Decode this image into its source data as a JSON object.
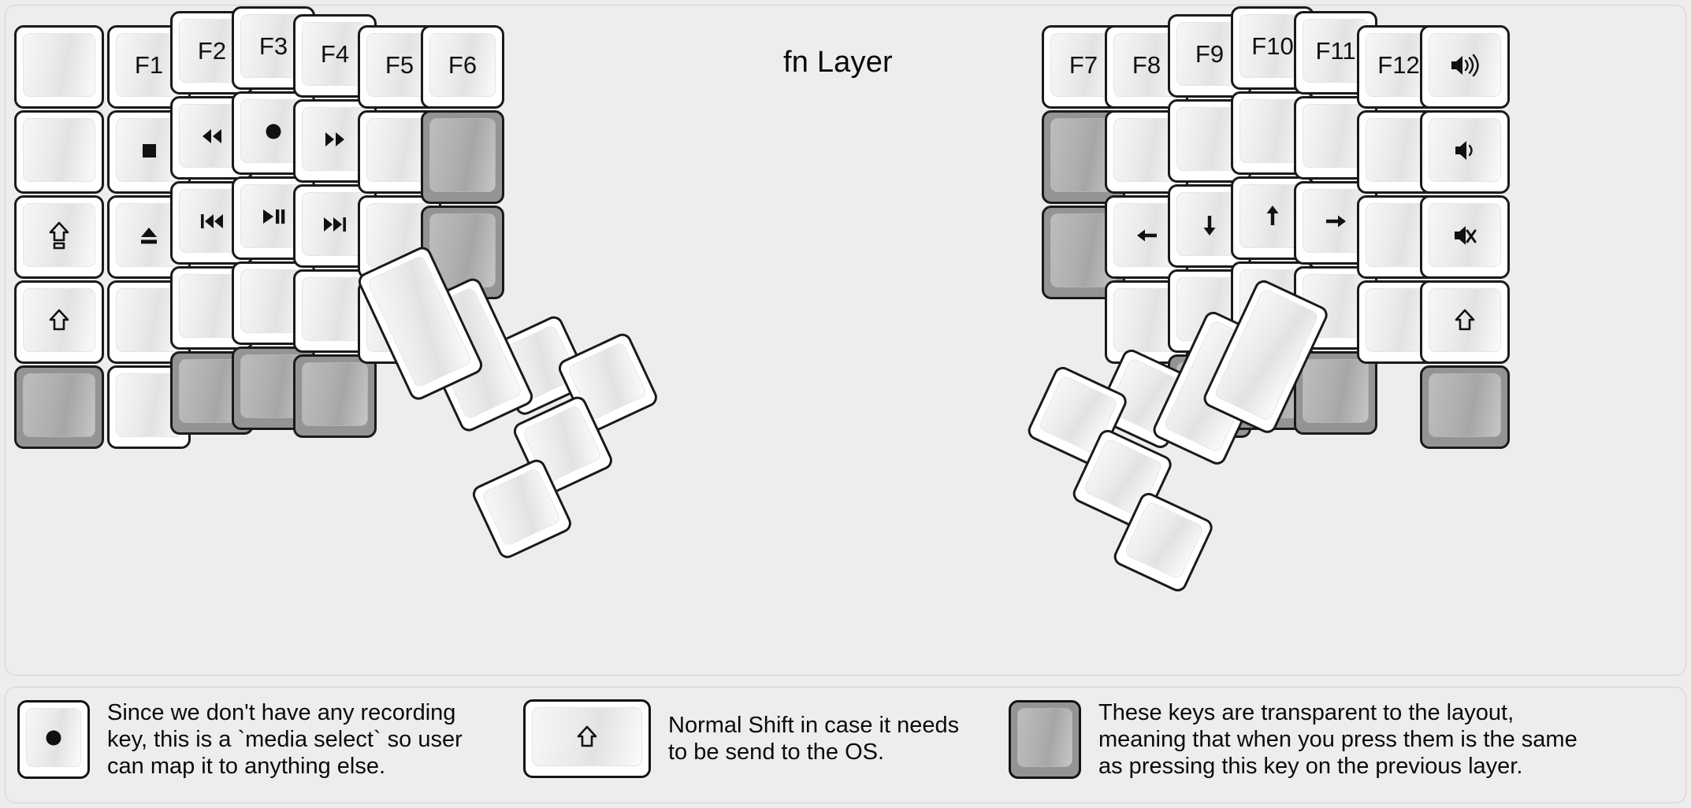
{
  "title": "fn Layer",
  "colors": {
    "background": "#ededed",
    "key_face": "#ffffff",
    "key_border": "#1a1a1a",
    "transparent_key": "#949494",
    "label": "#111111"
  },
  "keyboard": {
    "left_half": {
      "columns": [
        {
          "name": "col-1",
          "keys": [
            {
              "label": "",
              "icon": "",
              "transparent": false
            },
            {
              "label": "",
              "icon": "",
              "transparent": false
            },
            {
              "label": "",
              "icon": "caps-lock-icon",
              "transparent": false
            },
            {
              "label": "",
              "icon": "shift-icon",
              "transparent": false
            },
            {
              "label": "",
              "icon": "",
              "transparent": true
            }
          ]
        },
        {
          "name": "col-2",
          "keys": [
            {
              "label": "F1",
              "icon": "",
              "transparent": false
            },
            {
              "label": "",
              "icon": "media-stop-icon",
              "transparent": false
            },
            {
              "label": "",
              "icon": "media-eject-icon",
              "transparent": false
            },
            {
              "label": "",
              "icon": "",
              "transparent": false
            },
            {
              "label": "",
              "icon": "",
              "transparent": false
            }
          ]
        },
        {
          "name": "col-3",
          "keys": [
            {
              "label": "F2",
              "icon": "",
              "transparent": false
            },
            {
              "label": "",
              "icon": "media-rewind-icon",
              "transparent": false
            },
            {
              "label": "",
              "icon": "media-previous-icon",
              "transparent": false
            },
            {
              "label": "",
              "icon": "",
              "transparent": false
            },
            {
              "label": "",
              "icon": "",
              "transparent": true
            }
          ]
        },
        {
          "name": "col-4",
          "keys": [
            {
              "label": "F3",
              "icon": "",
              "transparent": false
            },
            {
              "label": "",
              "icon": "media-record-icon",
              "transparent": false
            },
            {
              "label": "",
              "icon": "media-play-pause-icon",
              "transparent": false
            },
            {
              "label": "",
              "icon": "",
              "transparent": false
            },
            {
              "label": "",
              "icon": "",
              "transparent": true
            }
          ]
        },
        {
          "name": "col-5",
          "keys": [
            {
              "label": "F4",
              "icon": "",
              "transparent": false
            },
            {
              "label": "",
              "icon": "media-fast-forward-icon",
              "transparent": false
            },
            {
              "label": "",
              "icon": "media-next-icon",
              "transparent": false
            },
            {
              "label": "",
              "icon": "",
              "transparent": false
            },
            {
              "label": "",
              "icon": "",
              "transparent": true
            }
          ]
        },
        {
          "name": "col-6",
          "keys": [
            {
              "label": "F5",
              "icon": "",
              "transparent": false
            },
            {
              "label": "",
              "icon": "",
              "transparent": false
            },
            {
              "label": "",
              "icon": "",
              "transparent": false
            },
            {
              "label": "",
              "icon": "",
              "transparent": false
            }
          ]
        },
        {
          "name": "col-7",
          "keys": [
            {
              "label": "F6",
              "icon": "",
              "transparent": false
            },
            {
              "label": "",
              "icon": "",
              "transparent": true
            },
            {
              "label": "",
              "icon": "",
              "transparent": true
            }
          ]
        }
      ],
      "thumb_cluster_keys": 6
    },
    "right_half": {
      "columns": [
        {
          "name": "col-1",
          "keys": [
            {
              "label": "F7",
              "icon": "",
              "transparent": false
            },
            {
              "label": "",
              "icon": "",
              "transparent": true
            },
            {
              "label": "",
              "icon": "",
              "transparent": true
            }
          ]
        },
        {
          "name": "col-2",
          "keys": [
            {
              "label": "F8",
              "icon": "",
              "transparent": false
            },
            {
              "label": "",
              "icon": "",
              "transparent": false
            },
            {
              "label": "",
              "icon": "arrow-left-icon",
              "transparent": false
            },
            {
              "label": "",
              "icon": "",
              "transparent": false
            }
          ]
        },
        {
          "name": "col-3",
          "keys": [
            {
              "label": "F9",
              "icon": "",
              "transparent": false
            },
            {
              "label": "",
              "icon": "",
              "transparent": false
            },
            {
              "label": "",
              "icon": "arrow-down-icon",
              "transparent": false
            },
            {
              "label": "",
              "icon": "",
              "transparent": false
            },
            {
              "label": "",
              "icon": "",
              "transparent": true
            }
          ]
        },
        {
          "name": "col-4",
          "keys": [
            {
              "label": "F10",
              "icon": "",
              "transparent": false
            },
            {
              "label": "",
              "icon": "",
              "transparent": false
            },
            {
              "label": "",
              "icon": "arrow-up-icon",
              "transparent": false
            },
            {
              "label": "",
              "icon": "",
              "transparent": false
            },
            {
              "label": "",
              "icon": "",
              "transparent": true
            }
          ]
        },
        {
          "name": "col-5",
          "keys": [
            {
              "label": "F11",
              "icon": "",
              "transparent": false
            },
            {
              "label": "",
              "icon": "",
              "transparent": false
            },
            {
              "label": "",
              "icon": "arrow-right-icon",
              "transparent": false
            },
            {
              "label": "",
              "icon": "",
              "transparent": false
            },
            {
              "label": "",
              "icon": "",
              "transparent": true
            }
          ]
        },
        {
          "name": "col-6",
          "keys": [
            {
              "label": "F12",
              "icon": "",
              "transparent": false
            },
            {
              "label": "",
              "icon": "",
              "transparent": false
            },
            {
              "label": "",
              "icon": "",
              "transparent": false
            },
            {
              "label": "",
              "icon": "",
              "transparent": false
            }
          ]
        },
        {
          "name": "col-7",
          "keys": [
            {
              "label": "",
              "icon": "volume-up-icon",
              "transparent": false
            },
            {
              "label": "",
              "icon": "volume-down-icon",
              "transparent": false
            },
            {
              "label": "",
              "icon": "volume-mute-icon",
              "transparent": false
            },
            {
              "label": "",
              "icon": "shift-icon",
              "transparent": false
            },
            {
              "label": "",
              "icon": "",
              "transparent": true
            }
          ]
        }
      ],
      "thumb_cluster_keys": 6
    }
  },
  "legend": [
    {
      "icon": "media-record-icon",
      "transparent": false,
      "text": "Since we don't have any recording\nkey, this is a `media select` so user\ncan map it to anything else."
    },
    {
      "icon": "shift-icon",
      "transparent": false,
      "text": "Normal Shift in case it needs\nto be send to the OS."
    },
    {
      "icon": "",
      "transparent": true,
      "text": "These keys are transparent to the layout,\nmeaning that when you press them is the same\nas pressing this key on the previous layer."
    }
  ]
}
